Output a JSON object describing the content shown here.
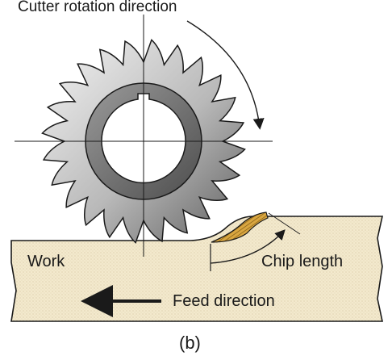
{
  "diagram": {
    "title": "Cutter rotation direction",
    "work_label": "Work",
    "chip_label": "Chip length",
    "feed_label": "Feed direction",
    "caption": "(b)"
  },
  "colors": {
    "cutter_light": "#ececec",
    "cutter_dark": "#6e6e6e",
    "workpiece": "#f1e6c8",
    "chip": "#c8942a",
    "outline": "#1a1a1a"
  }
}
